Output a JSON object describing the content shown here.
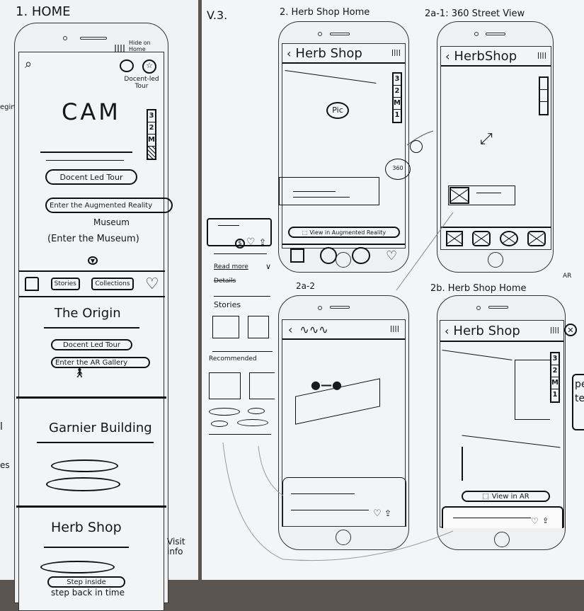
{
  "left_sheet": {
    "label": "1. HOME",
    "margin_notes": [
      "egin",
      "l",
      "es"
    ],
    "home_screen": {
      "sound_note": "Hide on Home",
      "docent_note": "Docent-led Tour",
      "title": "CAM",
      "floors": [
        "3",
        "2",
        "M",
        ""
      ],
      "button_docent": "Docent Led Tour",
      "button_enter": "Enter the Augmented Reality",
      "button_enter_cont": "Museum",
      "enter_note": "(Enter the Museum)",
      "nav": [
        "Stories",
        "Collections"
      ],
      "sections": [
        {
          "title": "The Origin",
          "buttons": [
            "Docent Led Tour",
            "Enter the AR Gallery"
          ]
        },
        {
          "title": "Garnier Building"
        },
        {
          "title": "Herb Shop",
          "buttons": [
            "Step inside",
            "step back in time"
          ]
        }
      ],
      "side_note": "Visit info"
    }
  },
  "right_sheet": {
    "version": "V.3.",
    "screens": [
      {
        "label": "2. Herb Shop Home",
        "header": "Herb Shop",
        "floors": [
          "3",
          "2",
          "M",
          "1"
        ],
        "pic": "Pic",
        "badge": "360",
        "ar_button": "View in Augmented Reality"
      },
      {
        "label": "2a-1: 360 Street View",
        "header": "HerbShop"
      },
      {
        "label": "2a-2"
      },
      {
        "label": "2b. Herb Shop Home",
        "label_sup": "AR",
        "header": "Herb Shop",
        "floors": [
          "3",
          "2",
          "M",
          "1"
        ],
        "ar_button": "View in AR",
        "side_card": [
          "pe",
          "te"
        ]
      }
    ],
    "detail_panel": {
      "badge": "$",
      "read_more": "Read more",
      "details": "Details",
      "stories": "Stories",
      "recommended": "Recommended"
    }
  }
}
